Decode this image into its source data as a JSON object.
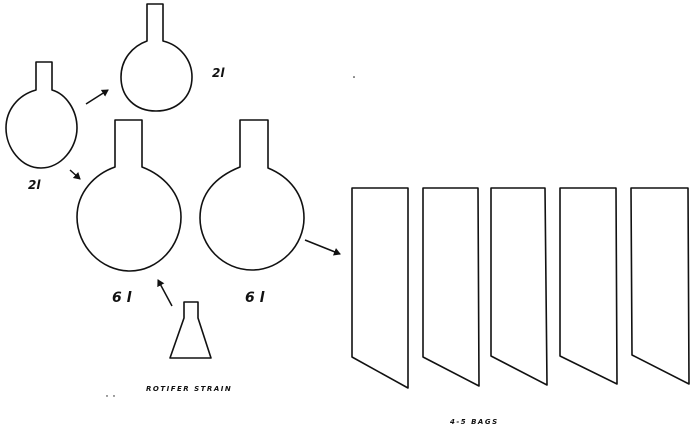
{
  "diagram": {
    "type": "process-flow",
    "description": "Hand-drawn rotifer culture scale-up: small flasks to 6 l flasks to culture bags",
    "nodes": [
      {
        "id": "flask-2l-left",
        "shape": "round-bottom-flask",
        "label": "2l"
      },
      {
        "id": "flask-2l-top",
        "shape": "round-bottom-flask",
        "label": "2l"
      },
      {
        "id": "flask-6l-left",
        "shape": "round-bottom-flask",
        "label": "6 l"
      },
      {
        "id": "flask-6l-right",
        "shape": "round-bottom-flask",
        "label": "6 l"
      },
      {
        "id": "erlenmeyer-inoculum",
        "shape": "erlenmeyer-flask",
        "label": "ROTIFER STRAIN"
      },
      {
        "id": "bags",
        "shape": "bag-group",
        "count": 5,
        "label": "4-5 BAGS"
      }
    ],
    "edges": [
      {
        "from": "flask-2l-left",
        "to": "flask-2l-top"
      },
      {
        "from": "flask-2l-left",
        "to": "flask-6l-left"
      },
      {
        "from": "erlenmeyer-inoculum",
        "to": "flask-6l-left"
      },
      {
        "from": "flask-6l-right",
        "to": "bags"
      }
    ]
  },
  "labels": {
    "flask_2l_left": "2l",
    "flask_2l_top": "2l",
    "flask_6l_left": "6 l",
    "flask_6l_right": "6 l",
    "rotifer_strain": "ROTIFER STRAIN",
    "bags": "4-5 BAGS"
  },
  "colors": {
    "stroke": "#111111",
    "background": "#ffffff"
  }
}
